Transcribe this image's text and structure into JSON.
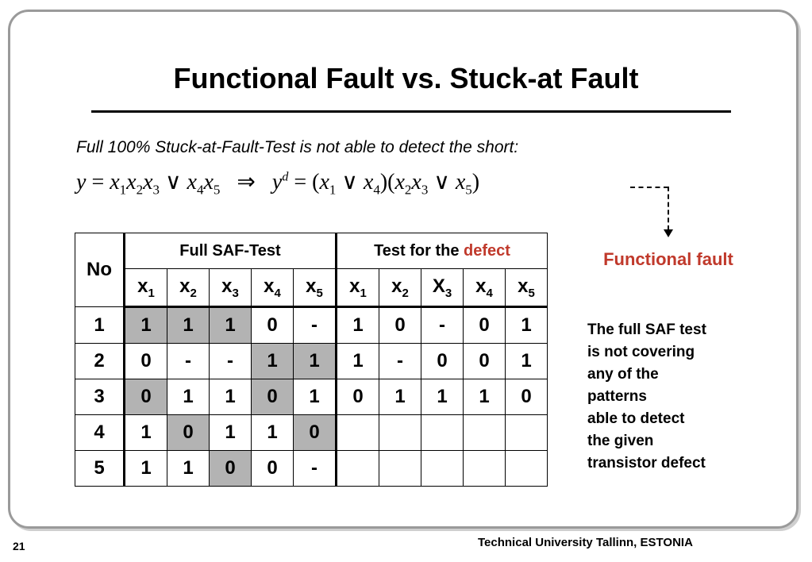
{
  "slide": {
    "title": "Functional Fault vs. Stuck-at Fault",
    "subtitle": "Full 100% Stuck-at-Fault-Test is not able to detect the short:",
    "functional_fault_label": "Functional fault",
    "side_note": "The full SAF test\nis not covering\nany of the\npatterns\nable to detect\nthe given\ntransistor defect",
    "footer": "Technical University Tallinn, ESTONIA",
    "page_number": "21"
  },
  "table": {
    "no_header": "No",
    "saf_header": "Full SAF-Test",
    "defect_header_prefix": "Test for the ",
    "defect_header_highlight": "defect",
    "saf_columns": [
      "x1",
      "x2",
      "x3",
      "x4",
      "x5"
    ],
    "defect_columns": [
      "x1",
      "x2",
      "X3",
      "x4",
      "x5"
    ],
    "rows": [
      {
        "no": "1",
        "saf": [
          "1",
          "1",
          "1",
          "0",
          "-"
        ],
        "defect": [
          "1",
          "0",
          "-",
          "0",
          "1"
        ],
        "shaded": [
          0,
          1,
          2
        ]
      },
      {
        "no": "2",
        "saf": [
          "0",
          "-",
          "-",
          "1",
          "1"
        ],
        "defect": [
          "1",
          "-",
          "0",
          "0",
          "1"
        ],
        "shaded": [
          3,
          4
        ]
      },
      {
        "no": "3",
        "saf": [
          "0",
          "1",
          "1",
          "0",
          "1"
        ],
        "defect": [
          "0",
          "1",
          "1",
          "1",
          "0"
        ],
        "shaded": [
          0,
          3
        ]
      },
      {
        "no": "4",
        "saf": [
          "1",
          "0",
          "1",
          "1",
          "0"
        ],
        "defect": [
          "",
          "",
          "",
          "",
          ""
        ],
        "shaded": [
          1,
          4
        ]
      },
      {
        "no": "5",
        "saf": [
          "1",
          "1",
          "0",
          "0",
          "-"
        ],
        "defect": [
          "",
          "",
          "",
          "",
          ""
        ],
        "shaded": [
          2
        ]
      }
    ]
  },
  "colors": {
    "accent_red": "#c0392b",
    "shade": "#b3b3b3",
    "frame": "#9a9a9a"
  }
}
